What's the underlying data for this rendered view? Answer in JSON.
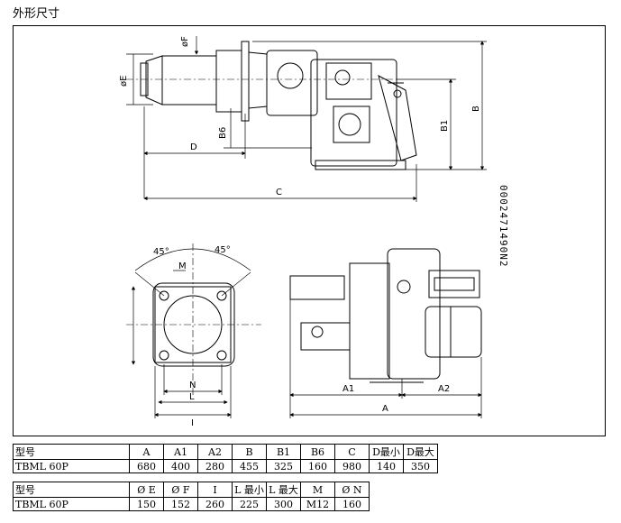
{
  "page": {
    "title": "外形尺寸"
  },
  "drawing": {
    "code": "0002471490N2",
    "labels": {
      "F": "øF",
      "E": "øE",
      "D": "D",
      "C": "C",
      "B6": "B6",
      "B1": "B1",
      "B": "B",
      "angle1": "45°",
      "angle2": "45°",
      "M": "M",
      "N": "N",
      "L": "L",
      "I": "I",
      "A1": "A1",
      "A2": "A2",
      "A": "A"
    }
  },
  "table1": {
    "header": [
      "型号",
      "A",
      "A1",
      "A2",
      "B",
      "B1",
      "B6",
      "C",
      "D最小",
      "D最大"
    ],
    "rows": [
      [
        "TBML 60P",
        "680",
        "400",
        "280",
        "455",
        "325",
        "160",
        "980",
        "140",
        "350"
      ]
    ]
  },
  "table2": {
    "header": [
      "型号",
      "Ø E",
      "Ø F",
      "I",
      "L 最小",
      "L 最大",
      "M",
      "Ø N"
    ],
    "rows": [
      [
        "TBML 60P",
        "150",
        "152",
        "260",
        "225",
        "300",
        "M12",
        "160"
      ]
    ]
  }
}
